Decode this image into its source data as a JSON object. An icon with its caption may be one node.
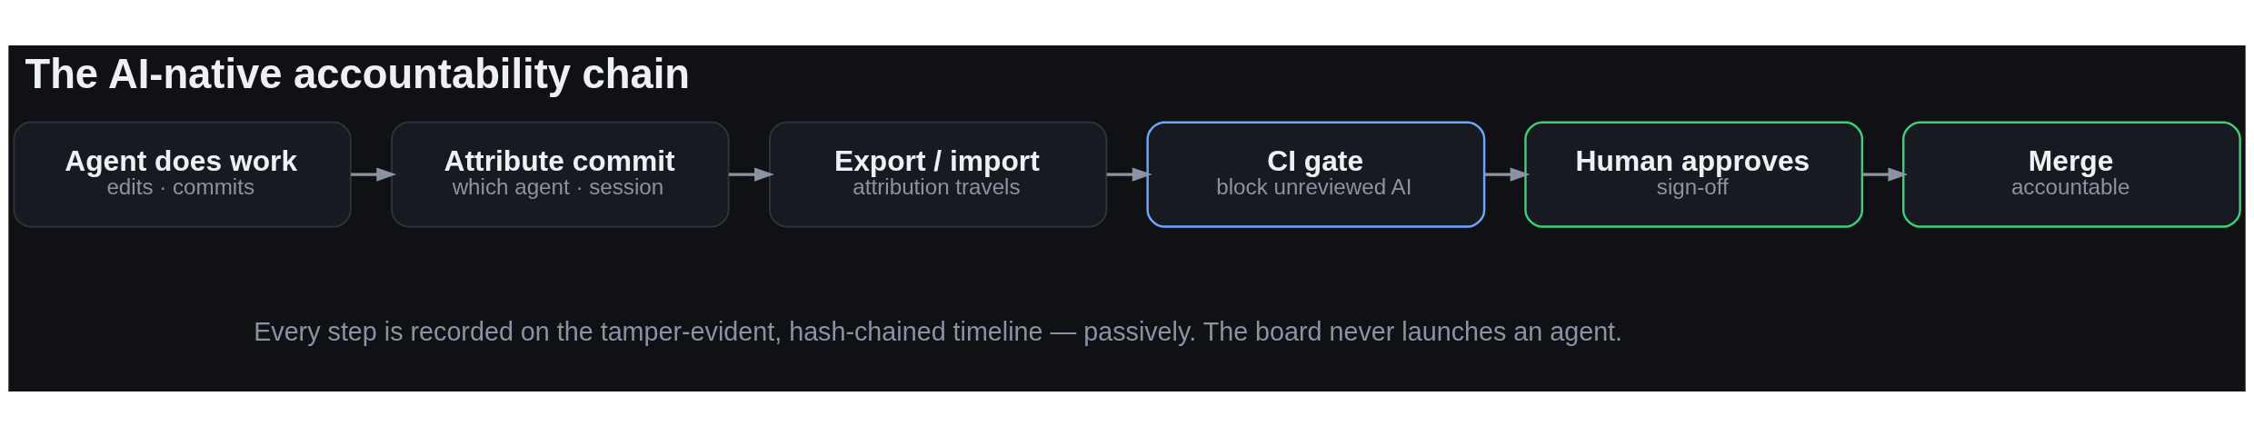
{
  "diagram": {
    "title": "The AI-native accountability chain",
    "nodes": [
      {
        "text": [
          "Agent does work",
          "edits · commits"
        ]
      },
      {
        "text": [
          "Attribute commit",
          "which agent · session"
        ]
      },
      {
        "text": [
          "Export / import",
          "attribution travels"
        ]
      },
      {
        "text": [
          "CI gate",
          "block unreviewed AI"
        ]
      },
      {
        "text": [
          "Human approves",
          "sign-off"
        ]
      },
      {
        "text": [
          "Merge",
          "accountable"
        ]
      }
    ],
    "edges": [
      {
        "from": 0,
        "to": 1,
        "arrow": "to"
      },
      {
        "from": 1,
        "to": 2,
        "arrow": "to"
      },
      {
        "from": 2,
        "to": 3,
        "arrow": "to"
      },
      {
        "from": 3,
        "to": 4,
        "arrow": "to"
      },
      {
        "from": 4,
        "to": 5,
        "arrow": "to"
      }
    ],
    "labels": [
      "Every step is recorded on the tamper-evident, hash-chained timeline — passively. The board never launches an agent."
    ]
  }
}
